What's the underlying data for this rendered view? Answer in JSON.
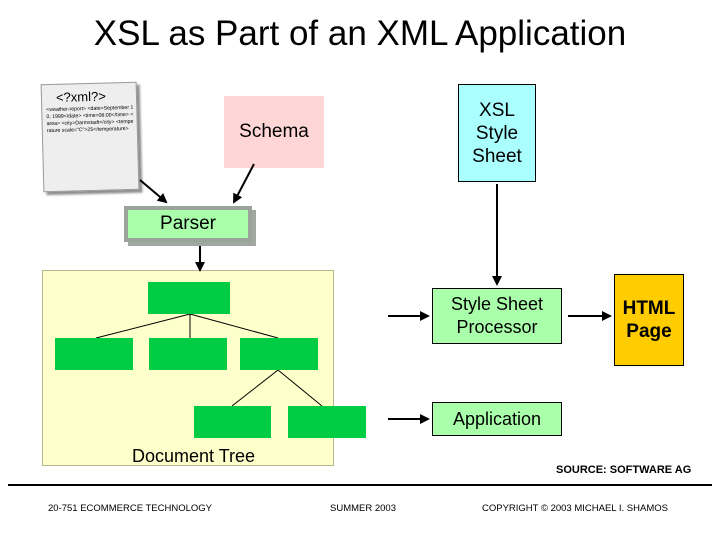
{
  "slide": {
    "title": "XSL as Part of an XML Application"
  },
  "xml_document": {
    "heading": "<?xml?>",
    "body": "<weather-report> <date>September 10, 1999</date> <time>08:00</time> <area> <city>Darmstadt</city> <temperature scale=\"C\">25</temperature>"
  },
  "schema": {
    "label": "Schema"
  },
  "xsl_style_sheet": {
    "label": "XSL Style Sheet"
  },
  "parser": {
    "label": "Parser"
  },
  "document_tree": {
    "label": "Document Tree"
  },
  "style_sheet_processor": {
    "label": "Style Sheet Processor"
  },
  "html_page": {
    "label": "HTML Page"
  },
  "application": {
    "label": "Application"
  },
  "source_note": "SOURCE: SOFTWARE AG",
  "footer": {
    "course": "20-751 ECOMMERCE TECHNOLOGY",
    "term": "SUMMER 2003",
    "copyright": "COPYRIGHT © 2003 MICHAEL I. SHAMOS"
  },
  "colors": {
    "schema_fill": "#ffd6d6",
    "xsl_fill": "#aaffff",
    "parser_fill": "#aaffaa",
    "tree_area_fill": "#ffffcc",
    "tree_node_fill": "#00cc44",
    "html_page_fill": "#ffcc00"
  }
}
